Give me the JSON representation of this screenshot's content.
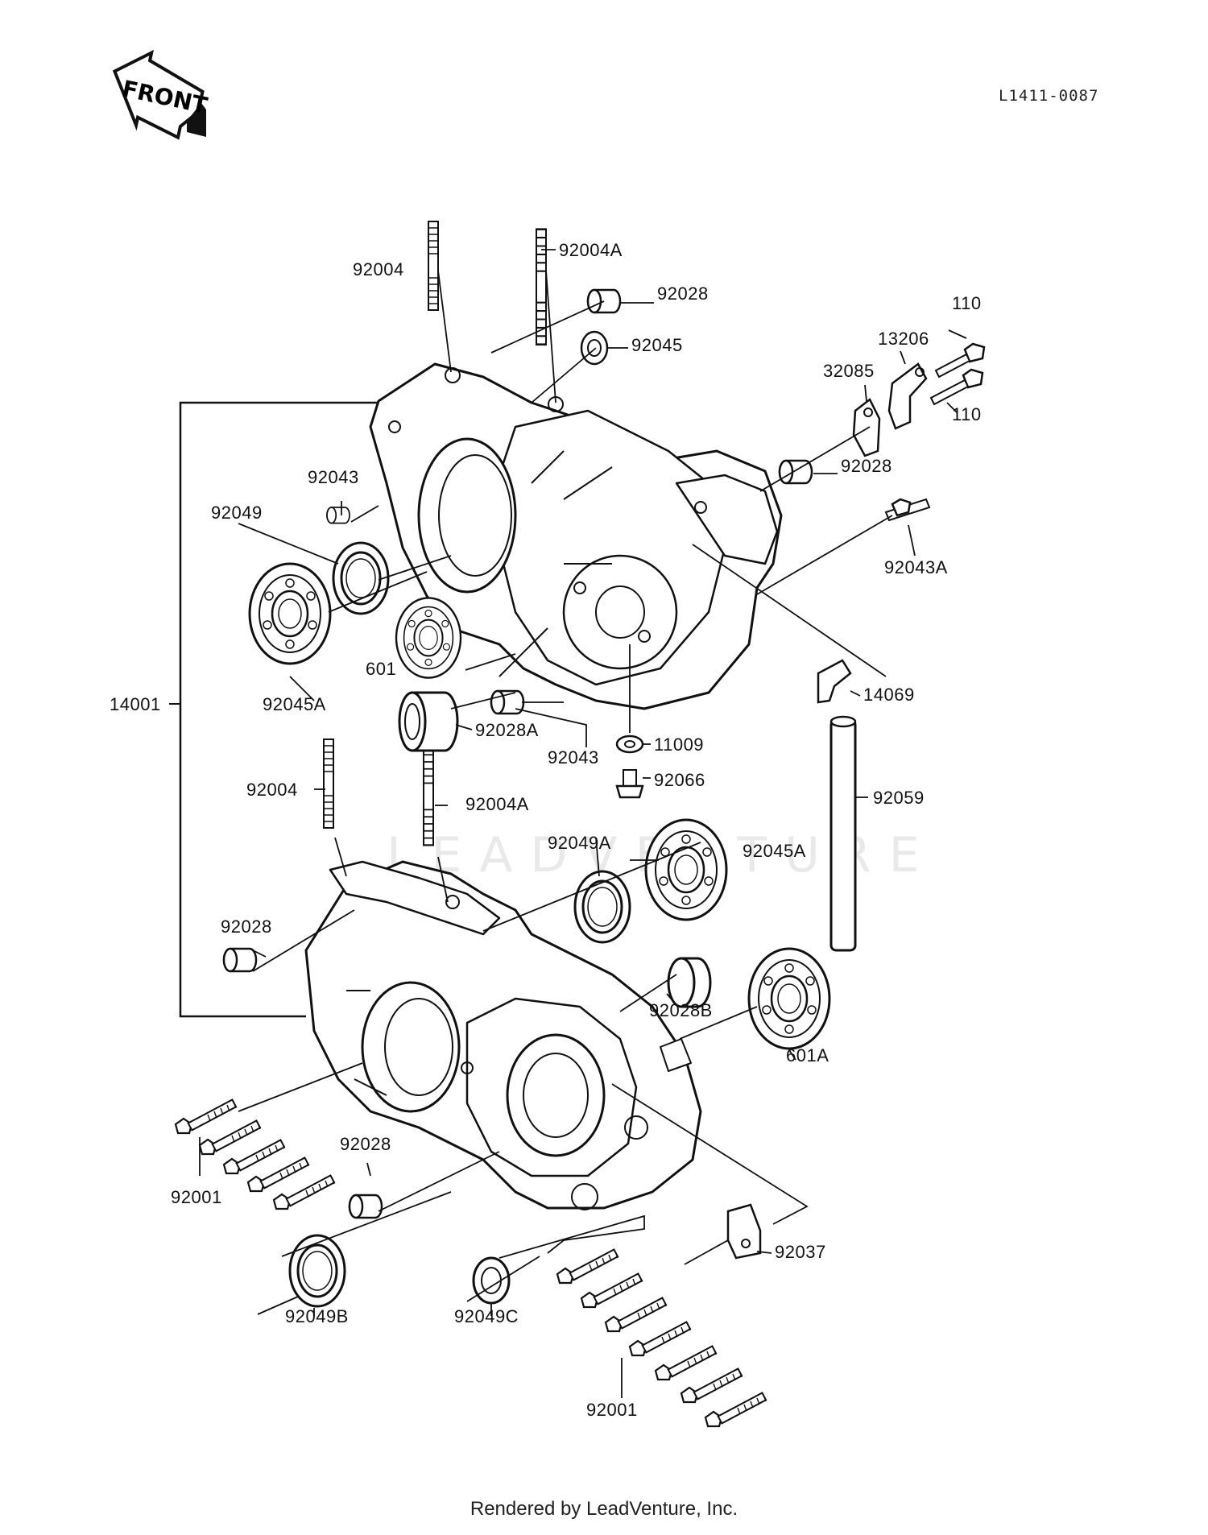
{
  "header": {
    "front_badge": "FRONT",
    "diagram_code": "L1411-0087"
  },
  "watermark": "LEADVENTURE",
  "footer": "Rendered by LeadVenture, Inc.",
  "labels": [
    {
      "id": "l1",
      "text": "92004"
    },
    {
      "id": "l2",
      "text": "92004A"
    },
    {
      "id": "l3",
      "text": "92028"
    },
    {
      "id": "l4",
      "text": "92045"
    },
    {
      "id": "l5",
      "text": "110"
    },
    {
      "id": "l6",
      "text": "13206"
    },
    {
      "id": "l7",
      "text": "32085"
    },
    {
      "id": "l8",
      "text": "110"
    },
    {
      "id": "l9",
      "text": "92028"
    },
    {
      "id": "l10",
      "text": "92043"
    },
    {
      "id": "l11",
      "text": "92049"
    },
    {
      "id": "l12",
      "text": "92043A"
    },
    {
      "id": "l13",
      "text": "601"
    },
    {
      "id": "l14",
      "text": "92045A"
    },
    {
      "id": "l15",
      "text": "14001"
    },
    {
      "id": "l16",
      "text": "14069"
    },
    {
      "id": "l17",
      "text": "92028A"
    },
    {
      "id": "l18",
      "text": "92043"
    },
    {
      "id": "l19",
      "text": "11009"
    },
    {
      "id": "l20",
      "text": "92066"
    },
    {
      "id": "l21",
      "text": "92004"
    },
    {
      "id": "l22",
      "text": "92004A"
    },
    {
      "id": "l23",
      "text": "92059"
    },
    {
      "id": "l24",
      "text": "92049A"
    },
    {
      "id": "l25",
      "text": "92045A"
    },
    {
      "id": "l26",
      "text": "92028"
    },
    {
      "id": "l27",
      "text": "92028B"
    },
    {
      "id": "l28",
      "text": "601A"
    },
    {
      "id": "l29",
      "text": "92028"
    },
    {
      "id": "l30",
      "text": "92001"
    },
    {
      "id": "l31",
      "text": "92037"
    },
    {
      "id": "l32",
      "text": "92049B"
    },
    {
      "id": "l33",
      "text": "92049C"
    },
    {
      "id": "l34",
      "text": "92001"
    }
  ]
}
